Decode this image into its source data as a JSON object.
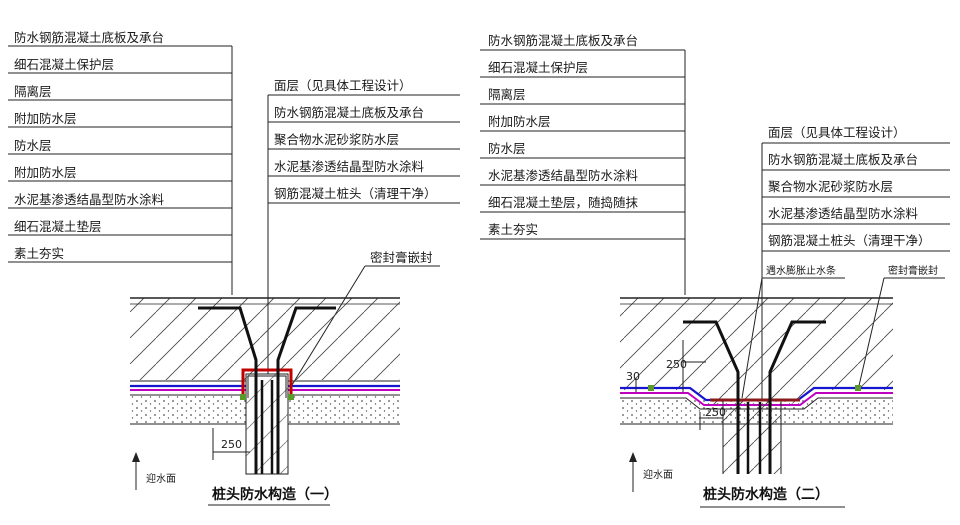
{
  "figure1": {
    "main_layers": [
      "防水钢筋混凝土底板及承台",
      "细石混凝土保护层",
      "隔离层",
      "附加防水层",
      "防水层",
      "附加防水层",
      "水泥基渗透结晶型防水涂料",
      "细石混凝土垫层",
      "素土夯实"
    ],
    "pile_layers": [
      "面层（见具体工程设计）",
      "防水钢筋混凝土底板及承台",
      "聚合物水泥砂浆防水层",
      "水泥基渗透结晶型防水涂料",
      "钢筋混凝土桩头（清理干净）"
    ],
    "seal_label": "密封膏嵌封",
    "dim_label": "250",
    "water_label": "迎水面",
    "caption": "桩头防水构造（一）"
  },
  "figure2": {
    "main_layers": [
      "防水钢筋混凝土底板及承台",
      "细石混凝土保护层",
      "隔离层",
      "附加防水层",
      "防水层",
      "水泥基渗透结晶型防水涂料",
      "细石混凝土垫层，随捣随抹",
      "素土夯实"
    ],
    "pile_layers": [
      "面层（见具体工程设计）",
      "防水钢筋混凝土底板及承台",
      "聚合物水泥砂浆防水层",
      "水泥基渗透结晶型防水涂料",
      "钢筋混凝土桩头（清理干净）"
    ],
    "stop_label": "遇水膨胀止水条",
    "seal_label": "密封膏嵌封",
    "dim_label_a": "250",
    "dim_label_b": "250",
    "dim_label_c": "30",
    "water_label": "迎水面",
    "caption": "桩头防水构造（二）"
  }
}
